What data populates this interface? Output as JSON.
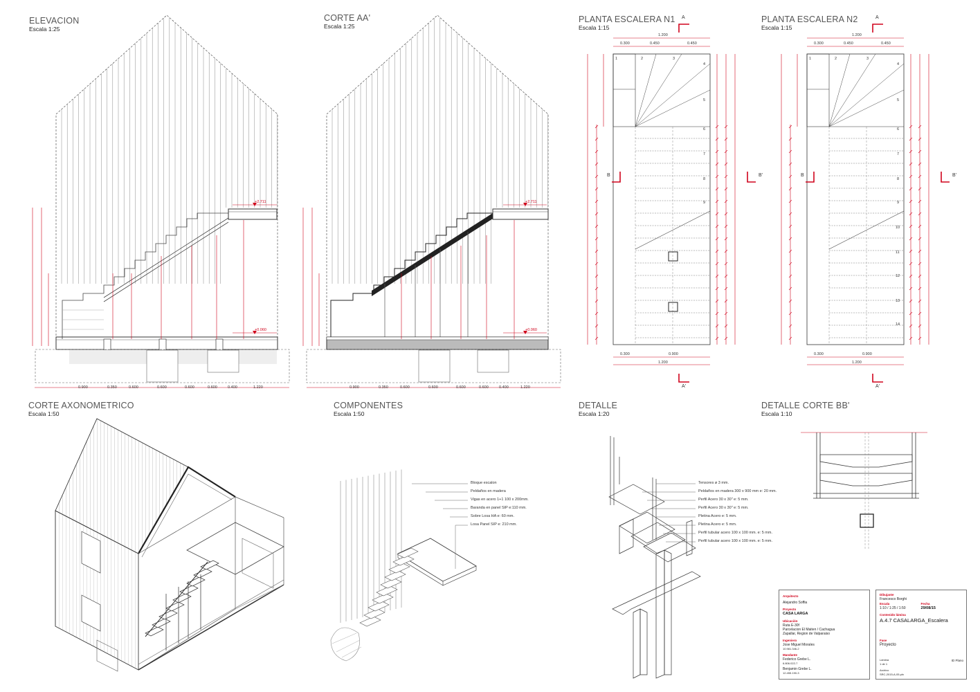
{
  "views": {
    "elevacion": {
      "title": "ELEVACION",
      "scale": "Escala 1:25"
    },
    "corte_aa": {
      "title": "CORTE AA'",
      "scale": "Escala 1:25"
    },
    "planta_n1": {
      "title": "PLANTA ESCALERA N1",
      "scale": "Escala 1:15"
    },
    "planta_n2": {
      "title": "PLANTA ESCALERA N2",
      "scale": "Escala 1:15"
    },
    "corte_axonometrico": {
      "title": "CORTE AXONOMETRICO",
      "scale": "Escala 1:50"
    },
    "componentes": {
      "title": "COMPONENTES",
      "scale": "Escala 1:50"
    },
    "detalle": {
      "title": "DETALLE",
      "scale": "Escala 1:20"
    },
    "detalle_bb": {
      "title": "DETALLE CORTE BB'",
      "scale": "Escala 1:10"
    }
  },
  "levels": {
    "top": "+2.711",
    "bottom": "+0.060"
  },
  "section_marks": {
    "a": "A",
    "a_prime": "A'",
    "b": "B",
    "b_prime": "B'"
  },
  "bottom_dims": [
    "0.900",
    "0.350",
    "0.600",
    "0.600",
    "0.600",
    "0.600",
    "0.400",
    "1.220"
  ],
  "plan_dims": {
    "top_total": "1.200",
    "top_parts": [
      "0.300",
      "0.450",
      "0.450"
    ],
    "bottom_total": "1.200",
    "bottom_parts": [
      "0.300",
      "0.900"
    ]
  },
  "step_numbers_n1": [
    "1",
    "2",
    "3",
    "4",
    "5",
    "6",
    "7",
    "8",
    "9"
  ],
  "step_numbers_n2": [
    "1",
    "2",
    "3",
    "4",
    "5",
    "6",
    "7",
    "8",
    "9",
    "10",
    "11",
    "12",
    "13",
    "14"
  ],
  "componentes_labels": [
    "Bloque escalon",
    "Peldaños en madera",
    "Vigas en acero 1+1 100 x 200mm.",
    "Baranda en panel SIP e:110 mm.",
    "Sobre Losa HA e: 60 mm.",
    "Losa Panel SIP e: 210 mm."
  ],
  "detalle_labels": [
    "Tensores ø 3 mm.",
    "Peldaños en madera 300 x 900 mm e: 20 mm.",
    "Perfil Acero 30 x 30\" e: 5 mm.",
    "Perfil Acero 30 x 30\" e: 5 mm.",
    "Pletina Acero e: 5 mm.",
    "Pletina Acero e: 5 mm.",
    "Perfil tubular acero 100 x 100 mm. e: 5 mm.",
    "Perfil tubular acero 100 x 100 mm. e: 5 mm."
  ],
  "title_block": {
    "arquitecto_label": "Arquitecto",
    "arquitecto": "Alejandro Soffia",
    "proyecto_label": "Proyecto",
    "proyecto": "CASA LARGA",
    "ubicacion_label": "Ubicación",
    "ubicacion_1": "Ruta E-30f",
    "ubicacion_2": "Parcelacion El Maiten / Cachagua",
    "ubicacion_3": "Zapallar, Region de Valparaiso",
    "ingeniero_label": "Ingeniero",
    "ingeniero": "Jose Miguel Morales",
    "ingeniero_rut": "10.981.346-2",
    "mandante_label": "Mandante",
    "mandante_1": "Federico Grebe L.",
    "mandante_1_rut": "6.806.022-7",
    "mandante_2": "Benjamin Grebe L.",
    "mandante_2_rut": "12.455.190-3",
    "dibujante_label": "Dibujante",
    "dibujante": "Francesco Borghi",
    "escala_label": "Escala",
    "escala": "1:10 / 1:25 / 1:50",
    "fecha_label": "Fecha",
    "fecha": "29/08/15",
    "contenido_label": "Contenido lámina",
    "contenido": "A.4.7 CASALARGA_Escalera",
    "fase_label": "Fase",
    "fase": "Proyecto",
    "lamina_label": "Lámina",
    "lamina": "1 de 1",
    "archivo_label": "Archivo",
    "archivo": "SRC-2015-A-05.pln",
    "id_plano": "ID Plano"
  }
}
